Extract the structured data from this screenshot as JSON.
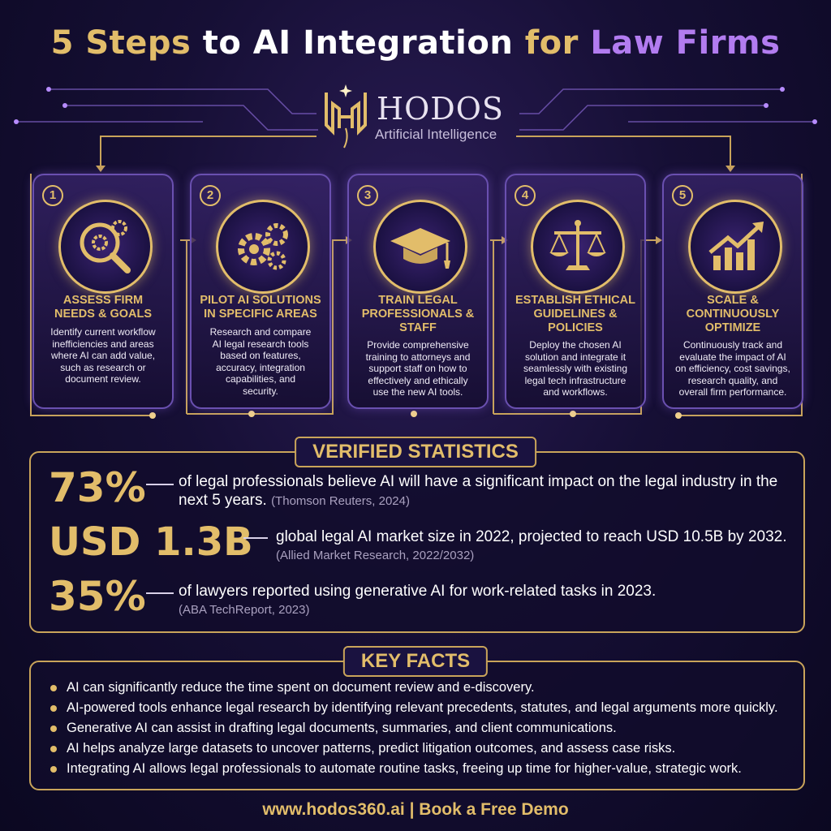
{
  "title": {
    "part1": "5 Steps",
    "part2": "to AI Integration",
    "part3": "for",
    "part4": "Law Firms"
  },
  "logo": {
    "name": "HODOS",
    "subtitle": "Artificial Intelligence"
  },
  "steps": [
    {
      "number": "1",
      "icon": "magnifier-gears-icon",
      "title": "ASSESS FIRM\nNEEDS & GOALS",
      "description": "Identify current workflow\ninefficiencies and areas\nwhere AI can add value,\nsuch as research or\ndocument review."
    },
    {
      "number": "2",
      "icon": "gears-icon",
      "title": "PILOT AI SOLUTIONS\nIN SPECIFIC AREAS",
      "description": "Research and compare\nAI legal research tools\nbased on features,\naccuracy, integration\ncapabilities, and\nsecurity."
    },
    {
      "number": "3",
      "icon": "graduation-cap-icon",
      "title": "TRAIN LEGAL\nPROFESSIONALS &\nSTAFF",
      "description": "Provide comprehensive\ntraining to attorneys and\nsupport staff on how to\neffectively and ethically\nuse the new AI tools."
    },
    {
      "number": "4",
      "icon": "scales-of-justice-icon",
      "title": "ESTABLISH ETHICAL\nGUIDELINES &\nPOLICIES",
      "description": "Deploy the chosen AI\nsolution and integrate it\nseamlessly with existing\nlegal tech infrastructure\nand workflows."
    },
    {
      "number": "5",
      "icon": "growth-chart-icon",
      "title": "SCALE &\nCONTINUOUSLY\nOPTIMIZE",
      "description": "Continuously track and\nevaluate the impact of AI\non efficiency, cost savings,\nresearch quality, and\noverall firm performance."
    }
  ],
  "statistics": {
    "heading": "VERIFIED STATISTICS",
    "items": [
      {
        "value": "73%",
        "text_line1": "of legal professionals believe AI will have a significant impact on the legal industry in the",
        "text_line2": "next 5 years.",
        "source": "(Thomson Reuters, 2024)"
      },
      {
        "value": "USD 1.3B",
        "text_line1": "global legal AI market size in 2022, projected to reach USD 10.5B by 2032.",
        "source": "(Allied Market Research, 2022/2032)"
      },
      {
        "value": "35%",
        "text_line1": "of lawyers reported using generative AI for work-related tasks in 2023.",
        "source": "(ABA TechReport, 2023)"
      }
    ]
  },
  "key_facts": {
    "heading": "KEY FACTS",
    "items": [
      "AI can significantly reduce the time spent on document review and e-discovery.",
      "AI-powered tools enhance legal research by identifying relevant precedents, statutes, and legal arguments more quickly.",
      "Generative AI can assist in drafting legal documents, summaries, and client communications.",
      "AI helps analyze large datasets to uncover patterns, predict litigation outcomes, and assess case risks.",
      "Integrating AI allows legal professionals to automate routine tasks, freeing up time for higher-value, strategic work."
    ]
  },
  "footer": {
    "text": "www.hodos360.ai | Book a Free Demo"
  },
  "colors": {
    "gold": "#e2bd6a",
    "purple": "#b27cf0",
    "background": "#160f35"
  }
}
